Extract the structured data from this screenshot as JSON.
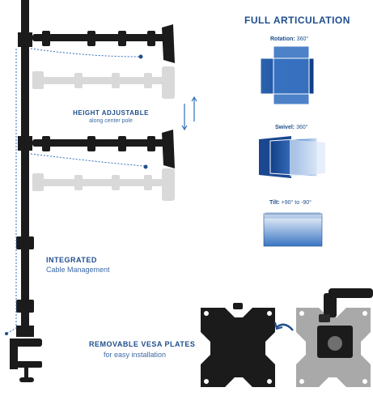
{
  "headings": {
    "full_articulation": "FULL ARTICULATION",
    "height_adjustable": "HEIGHT ADJUSTABLE",
    "height_adjustable_sub": "along center pole",
    "integrated": "INTEGRATED",
    "integrated_sub": "Cable Management",
    "vesa": "REMOVABLE VESA PLATES",
    "vesa_sub": "for easy installation"
  },
  "articulation": {
    "rotation_label": "Rotation:",
    "rotation_value": "360°",
    "swivel_label": "Swivel:",
    "swivel_value": "360°",
    "tilt_label": "Tilt:",
    "tilt_value": "+90° to -90°"
  },
  "colors": {
    "brand_blue": "#1f4e8c",
    "accent_blue": "#2f6fb8",
    "mount_black": "#1b1b1b",
    "ghost_gray": "#d9d9d9",
    "plate_gray": "#a9a9a9"
  }
}
